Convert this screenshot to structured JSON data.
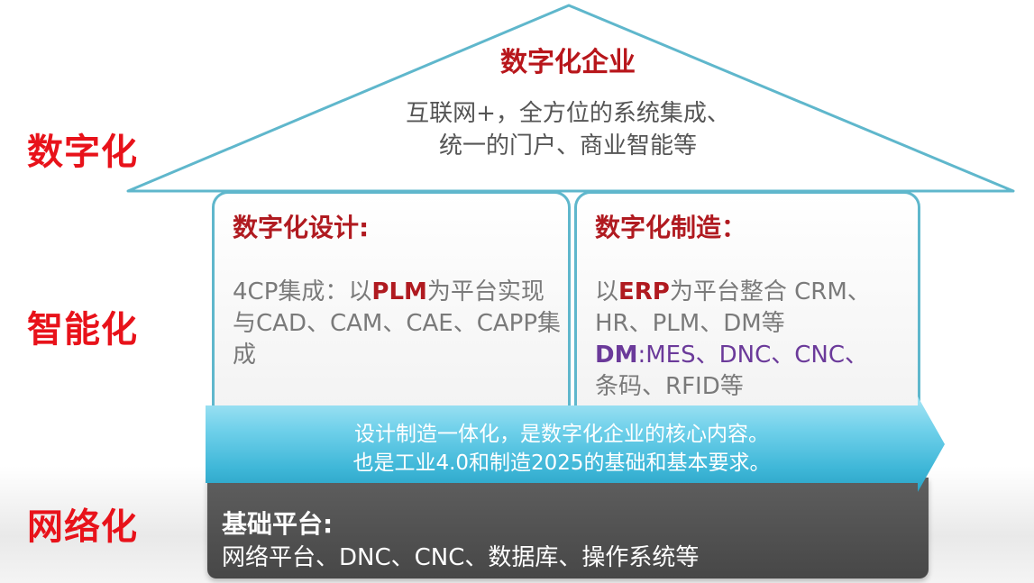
{
  "side_labels": {
    "top": "数字化",
    "middle": "智能化",
    "bottom": "网络化"
  },
  "roof": {
    "title": "数字化企业",
    "line1": "互联网+，全方位的系统集成、",
    "line2": "统一的门户、商业智能等"
  },
  "left_box": {
    "title": "数字化设计:",
    "text_before": "4CP集成：以",
    "highlight": "PLM",
    "text_after": "为平台实现 与CAD、CAM、CAE、CAPP集成"
  },
  "right_box": {
    "title": "数字化制造：",
    "line1_prefix": "以",
    "line1_highlight": "ERP",
    "line1_after": "为平台整合 CRM、HR、PLM、DM等",
    "dm_label": "DM",
    "dm_text": ":MES、DNC、CNC、",
    "line_last": "条码、RFID等"
  },
  "arrow_banner": {
    "line1": "设计制造一体化，是数字化企业的核心内容。",
    "line2": "也是工业4.0和制造2025的基础和基本要求。"
  },
  "platform": {
    "title": "基础平台:",
    "text": "网络平台、DNC、CNC、数据库、操作系统等"
  },
  "colors": {
    "side_label": "#e8121a",
    "title_red": "#b01a20",
    "accent_purple": "#6b3a9a",
    "border_teal": "#5fb7cc",
    "banner_blue": "#3fb7d8",
    "platform_gray": "#525252"
  }
}
